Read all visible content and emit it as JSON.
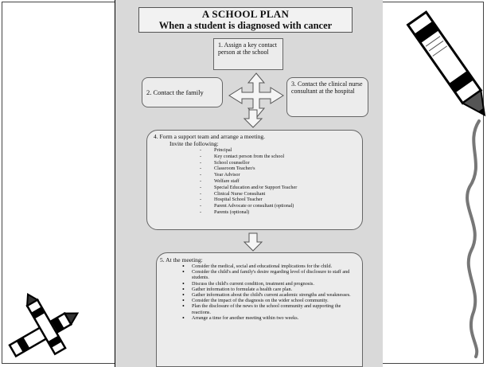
{
  "title_line1": "A SCHOOL PLAN",
  "title_line2": "When a student is diagnosed with cancer",
  "step1": "1. Assign a key contact person at the school",
  "step2": "2. Contact the family",
  "step3": "3. Contact the clinical nurse consultant at the hospital",
  "step4": {
    "heading": "4. Form a support team and arrange a meeting.",
    "subheading": "Invite the following:",
    "items": [
      "Principal",
      "Key contact person from the school",
      "School counsellor",
      "Classroom Teacher/s",
      "Year Advisor",
      "Welfare staff",
      "Special Education and/or Support Teacher",
      "Clinical Nurse Consultant",
      "Hospital School Teacher",
      "Parent Advocate or consultant (optional)",
      "Parents (optional)"
    ]
  },
  "step5": {
    "heading": "5. At the meeting:",
    "items": [
      "Consider the medical, social and educational implications for the child.",
      "Consider the child's and family's desire regarding level of disclosure to staff and students.",
      "Discuss the child's current condition, treatment and prognosis.",
      "Gather information to formulate a health care plan.",
      "Gather information about the child's current academic strengths and weaknesses.",
      "Consider the impact of the diagnosis on the wider school community.",
      "Plan the disclosure of the news to the school community and supporting the reactions.",
      "Arrange a time for another meeting within two weeks."
    ]
  }
}
